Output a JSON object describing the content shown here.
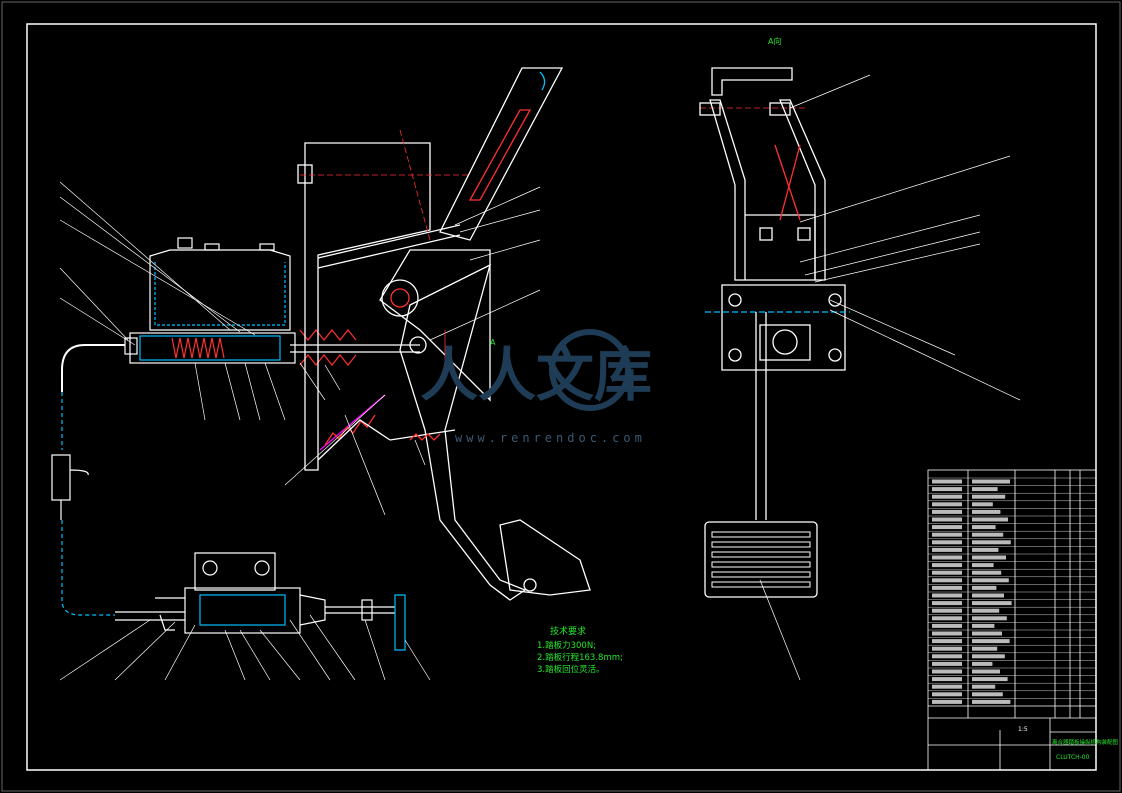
{
  "view_label": "A向",
  "section_mark": "A",
  "tech": {
    "title": "技术要求",
    "lines": [
      "1.踏板力300N;",
      "2.踏板行程163.8mm;",
      "3.踏板回位灵活。"
    ]
  },
  "watermark": {
    "text": "人人文库",
    "url": "www.renrendoc.com"
  },
  "title_block": {
    "drawing_name": "离合器踏板操纵机构装配图",
    "scale": "1:5",
    "code": "CLUTCH-00"
  },
  "colors": {
    "line": "#ffffff",
    "hatch": "#00bfff",
    "spring": "#ff3030",
    "text": "#22e62a",
    "accent": "#ff00ff"
  }
}
